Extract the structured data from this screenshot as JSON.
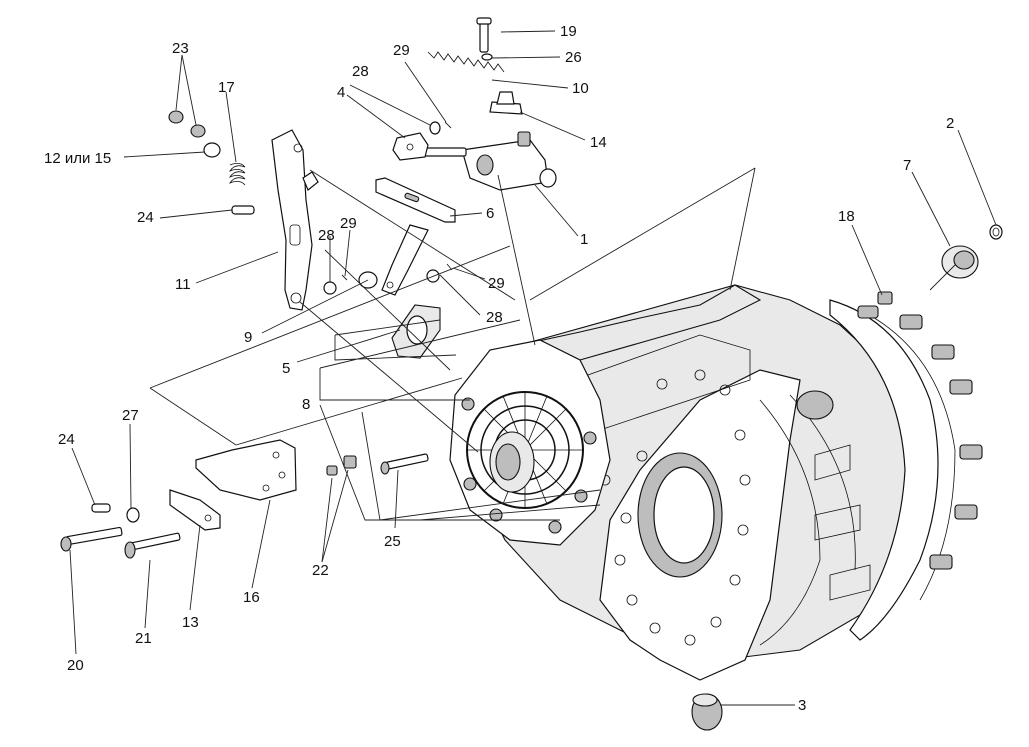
{
  "diagram": {
    "labels": {
      "l1": "1",
      "l2": "2",
      "l3": "3",
      "l4": "4",
      "l5": "5",
      "l6": "6",
      "l7": "7",
      "l8": "8",
      "l9": "9",
      "l10": "10",
      "l11": "11",
      "l12": "12 или 15",
      "l13": "13",
      "l14": "14",
      "l16": "16",
      "l17": "17",
      "l18": "18",
      "l19": "19",
      "l20": "20",
      "l21": "21",
      "l22": "22",
      "l23": "23",
      "l24a": "24",
      "l24b": "24",
      "l25": "25",
      "l26": "26",
      "l27": "27",
      "l28a": "28",
      "l28b": "28",
      "l28c": "28",
      "l29a": "29",
      "l29b": "29",
      "l29c": "29"
    }
  }
}
